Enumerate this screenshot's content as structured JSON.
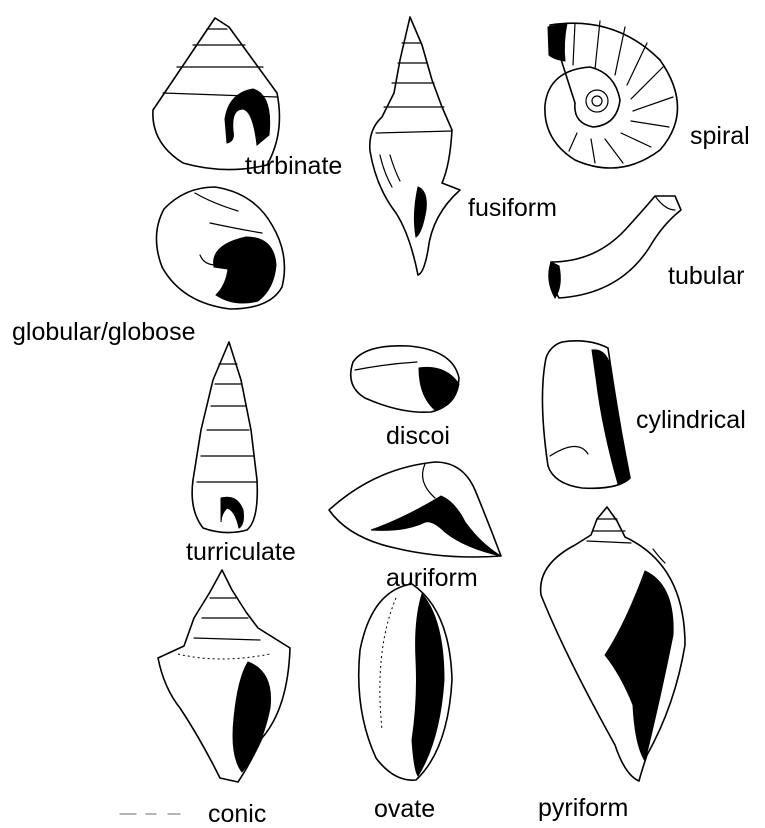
{
  "labels": {
    "turbinate": "turbinate",
    "fusiform": "fusiform",
    "spiral": "spiral",
    "globular": "globular/globose",
    "tubular": "tubular",
    "discoi": "discoi",
    "cylindrical": "cylindrical",
    "turriculate": "turriculate",
    "auriform": "auriform",
    "conic": "conic",
    "ovate": "ovate",
    "pyriform": "pyriform"
  }
}
